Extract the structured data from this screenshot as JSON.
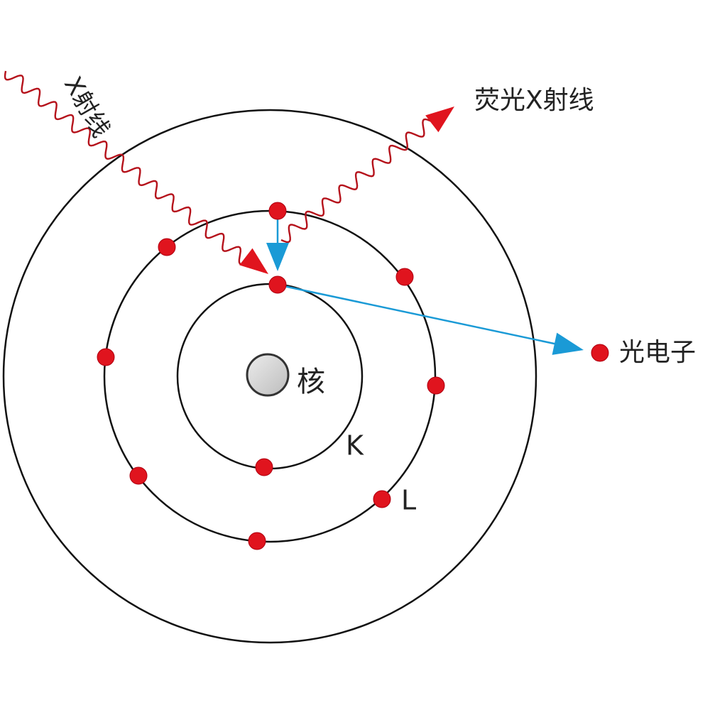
{
  "labels": {
    "incident_xray": "X射线",
    "fluorescent_xray": "荧光X射线",
    "photoelectron": "光电子",
    "nucleus": "核",
    "k_shell": "K",
    "l_shell": "L"
  },
  "colors": {
    "shell_stroke": "#111111",
    "electron": "#e0141e",
    "electron_edge": "#b00010",
    "xray_wave": "#b5121b",
    "xray_arrowhead": "#e0141e",
    "electron_arrow": "#1a9ad6",
    "nucleus_fill": "#cfcfcf",
    "nucleus_edge": "#333333"
  }
}
